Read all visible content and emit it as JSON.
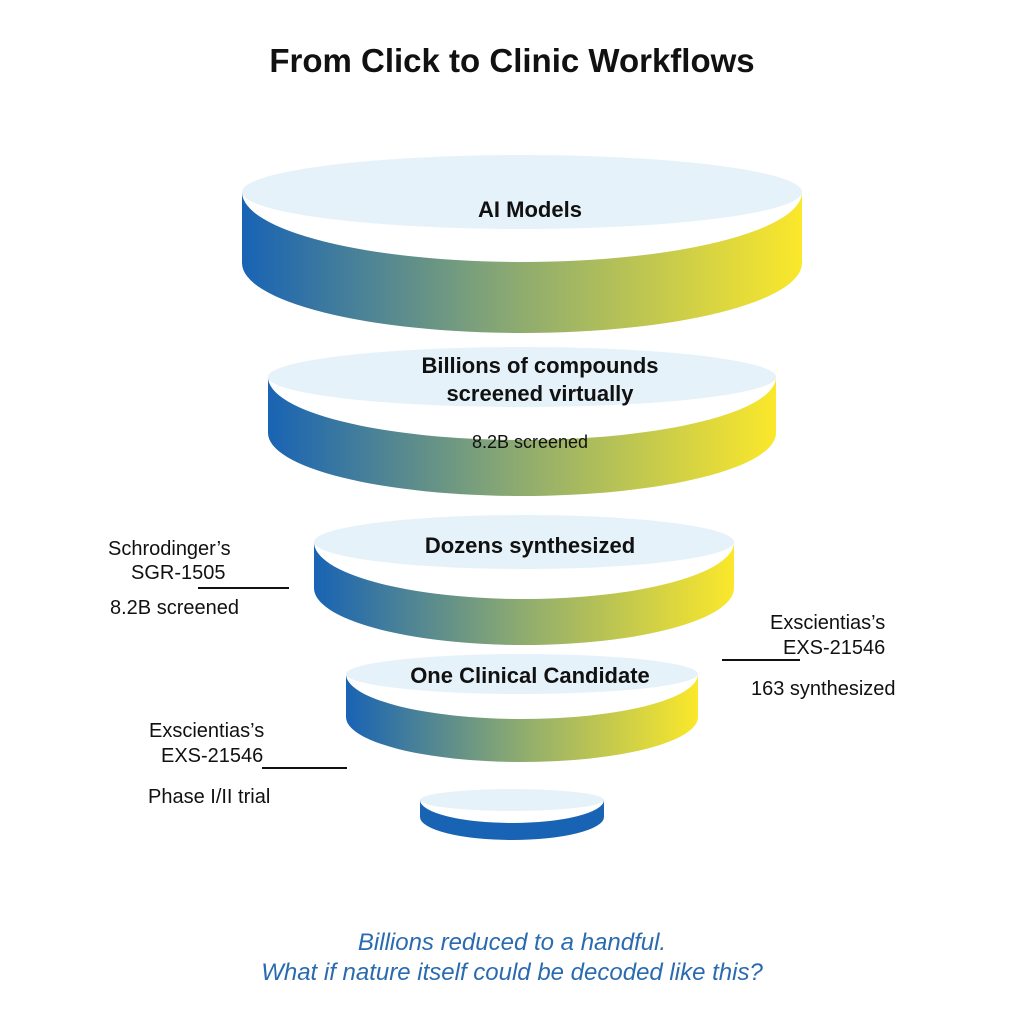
{
  "title": "From Click to Clinic Workflows",
  "colors": {
    "gradient_start": "#1863b4",
    "gradient_mid": "#8fac6f",
    "gradient_end": "#fbe82b",
    "top_face": "#e6f2f9",
    "final_disk": "#1863b4",
    "tagline": "#2a6bb0"
  },
  "stages": [
    {
      "label_line1": "AI Models",
      "label_line2": "",
      "sublabel": ""
    },
    {
      "label_line1": "Billions of compounds",
      "label_line2": "screened virtually",
      "sublabel": "8.2B screened"
    },
    {
      "label_line1": "Dozens synthesized",
      "label_line2": "",
      "sublabel": ""
    },
    {
      "label_line1": "One Clinical Candidate",
      "label_line2": "",
      "sublabel": ""
    },
    {
      "label_line1": "",
      "label_line2": "",
      "sublabel": ""
    }
  ],
  "callouts": {
    "left_upper": {
      "line1": "Schrodinger’s",
      "line2": "SGR-1505",
      "detail": "8.2B screened"
    },
    "right": {
      "line1": "Exscientias’s",
      "line2": "EXS-21546",
      "detail": "163 synthesized"
    },
    "left_lower": {
      "line1": "Exscientias’s",
      "line2": "EXS-21546",
      "detail": "Phase I/II trial"
    }
  },
  "tagline": {
    "line1": "Billions reduced to a handful.",
    "line2": "What if nature itself could be decoded like this?"
  }
}
